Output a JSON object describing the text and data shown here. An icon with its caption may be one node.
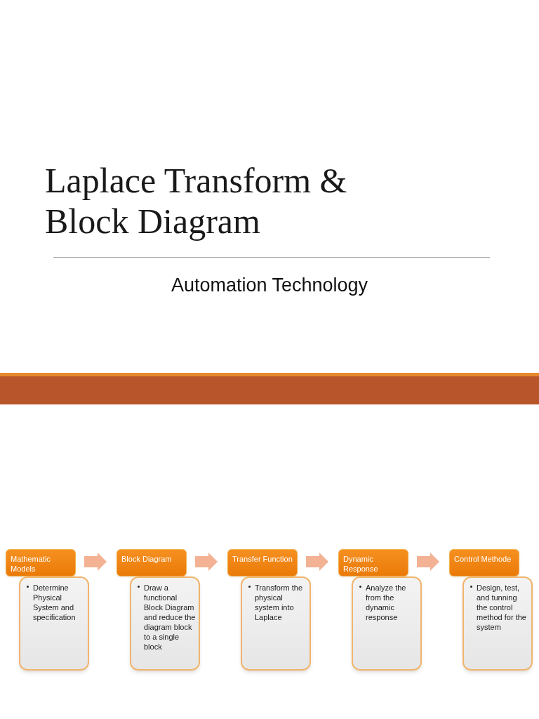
{
  "diagram": {
    "title": "Laplace Transform & Block Diagram",
    "nodes": [
      {
        "text": [
          "Mathematic Models"
        ]
      },
      {
        "text": [
          "Determine Physical System and specification"
        ]
      },
      {
        "text": [
          "Block Diagram"
        ]
      },
      {
        "text": [
          "Draw a functional Block Diagram and reduce the diagram block to a single block"
        ]
      },
      {
        "text": [
          "Transfer Function"
        ]
      },
      {
        "text": [
          "Transform the physical system into Laplace"
        ]
      },
      {
        "text": [
          "Dynamic Response"
        ]
      },
      {
        "text": [
          "Analyze the from the dynamic response"
        ]
      },
      {
        "text": [
          "Control Methode"
        ]
      },
      {
        "text": [
          "Design, test, and tunning the control method for the system"
        ]
      }
    ],
    "edges": [
      {
        "from": 0,
        "to": 2,
        "arrow": "to"
      },
      {
        "from": 2,
        "to": 4,
        "arrow": "to"
      },
      {
        "from": 4,
        "to": 6,
        "arrow": "to"
      },
      {
        "from": 6,
        "to": 8,
        "arrow": "to"
      }
    ],
    "labels": [
      "Automation Technology"
    ]
  }
}
